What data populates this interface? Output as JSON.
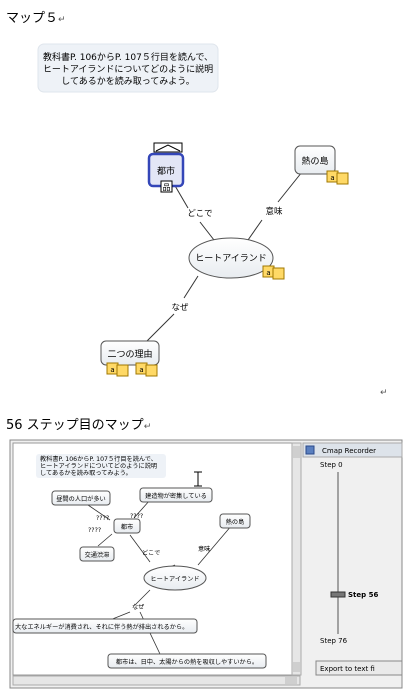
{
  "heading1": "マップ５",
  "heading2": "56 ステップ目のマップ",
  "return_mark": "↵",
  "map1": {
    "instruction": [
      "教科書P. 106からP. 107５行目を読んで、",
      "ヒートアイランドについてどのように説明",
      "してあるかを読み取ってみよう。"
    ],
    "nodes": {
      "center": "ヒートアイランド",
      "city": "都市",
      "island": "熱の島",
      "reasons": "二つの理由"
    },
    "links": {
      "where": "どこで",
      "meaning": "意味",
      "why": "なぜ"
    }
  },
  "map2": {
    "instruction": [
      "教科書P. 106からP. 107５行目を読んで、",
      "ヒートアイランドについてどのように説明",
      "してあるかを読み取ってみよう。"
    ],
    "nodes": {
      "population": "昼間の人口が多い",
      "buildings": "建造物が密集している",
      "city": "都市",
      "island": "熱の島",
      "traffic": "交通渋滞",
      "center": "ヒートアイランド",
      "reason1": "大なエネルギーが消費され、それに伴う熱が排出されるから。",
      "reason2": "都市は、日中、太陽からの熱を吸収しやすいから。"
    },
    "links": {
      "q1": "????",
      "q2": "????",
      "q3": "????",
      "where": "どこで",
      "meaning": "意味",
      "why": "なぜ"
    }
  },
  "recorder": {
    "title": "Cmap Recorder",
    "step_start": "Step 0",
    "step_current": "Step 56",
    "step_end": "Step 76",
    "export_label": "Export to text fi"
  }
}
